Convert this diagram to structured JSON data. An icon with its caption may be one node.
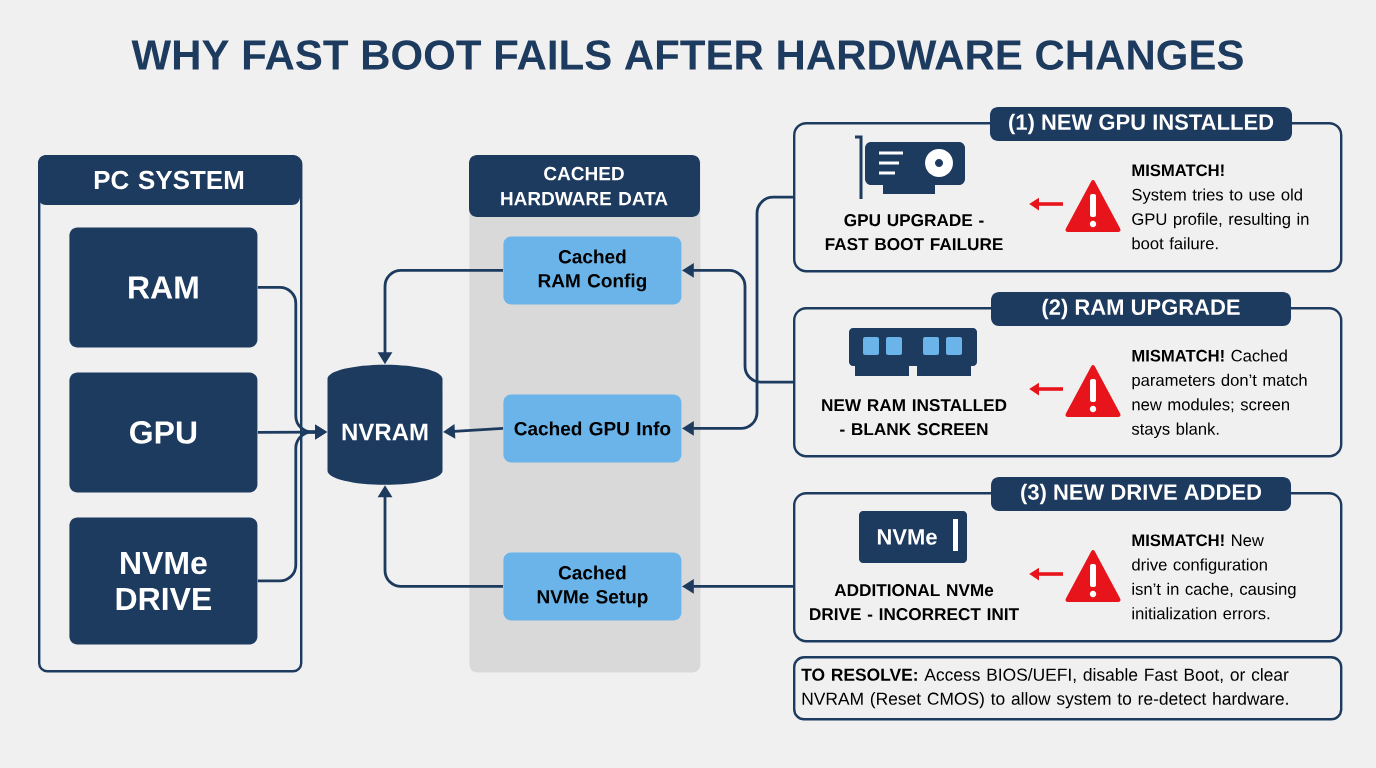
{
  "diagram": {
    "title": "WHY FAST BOOT FAILS AFTER HARDWARE CHANGES",
    "nodes": [
      {
        "text": [
          "PC SYSTEM"
        ]
      },
      {
        "text": [
          "RAM"
        ],
        "in": 0
      },
      {
        "text": [
          "GPU"
        ],
        "in": 0
      },
      {
        "text": [
          "NVMe DRIVE"
        ],
        "in": 0
      },
      {
        "text": [
          "NVRAM"
        ]
      },
      {
        "text": [
          "CACHED HARDWARE DATA"
        ]
      },
      {
        "text": [
          "Cached RAM Config"
        ],
        "in": 5
      },
      {
        "text": [
          "Cached GPU Info"
        ],
        "in": 5
      },
      {
        "text": [
          "Cached NVMe Setup"
        ],
        "in": 5
      },
      {
        "text": [
          "(1) NEW GPU INSTALLED",
          "GPU UPGRADE - FAST BOOT FAILURE",
          "MISMATCH!",
          "System tries to use old GPU profile, resulting in boot failure."
        ]
      },
      {
        "text": [
          "(2) RAM UPGRADE",
          "NEW RAM INSTALLED - BLANK SCREEN",
          "**MISMATCH!** Cached parameters don’t match new modules; screen stays blank."
        ]
      },
      {
        "text": [
          "(3) NEW DRIVE ADDED",
          "ADDITIONAL NVMe DRIVE - INCORRECT INIT",
          "**MISMATCH!** New drive configuration isn’t in cache, causing initialization errors."
        ]
      },
      {
        "text": [
          "**TO RESOLVE:** Access BIOS/UEFI, disable Fast Boot, or clear NVRAM (Reset CMOS) to allow system to re-detect hardware."
        ]
      }
    ],
    "edges": [
      {
        "from": 1,
        "to": 4,
        "arrow": "to"
      },
      {
        "from": 2,
        "to": 4,
        "arrow": "to"
      },
      {
        "from": 3,
        "to": 4,
        "arrow": "to"
      },
      {
        "from": 6,
        "to": 4,
        "arrow": "to"
      },
      {
        "from": 7,
        "to": 4,
        "arrow": "to"
      },
      {
        "from": 8,
        "to": 4,
        "arrow": "to"
      },
      {
        "from": 9,
        "to": 7,
        "arrow": "to"
      },
      {
        "from": 10,
        "to": 6,
        "arrow": "to"
      },
      {
        "from": 11,
        "to": 8,
        "arrow": "to"
      }
    ],
    "labels": [
      "NVMe"
    ]
  }
}
